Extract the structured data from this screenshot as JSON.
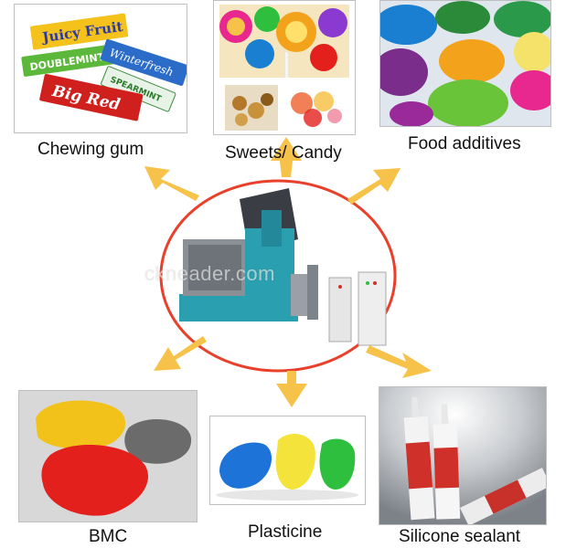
{
  "captions": {
    "chewing_gum": "Chewing gum",
    "sweets_candy": "Sweets/ Candy",
    "food_additives": "Food additives",
    "bmc": "BMC",
    "plasticine": "Plasticine",
    "silicone_sealant": "Silicone sealant"
  },
  "gum_brands": {
    "juicy_fruit": "Juicy Fruit",
    "doublemint": "DOUBLEMINT",
    "winterfresh": "Winterfresh",
    "spearmint": "SPEARMINT",
    "big_red": "Big Red"
  },
  "watermark": "ckneader.com",
  "colors": {
    "ellipse": "#e8402a",
    "arrow": "#f6c24a",
    "machine": "#2a9fb0",
    "bmc_yellow": "#f2c21b",
    "bmc_red": "#e3201b",
    "bmc_grey": "#6b6b6b",
    "plasticine_blue": "#1e73d8",
    "plasticine_yellow": "#f3e33a",
    "plasticine_green": "#2fbf3f",
    "powder_green": "#6ac43a",
    "powder_orange": "#f2a21b",
    "powder_pink": "#e8288f",
    "powder_blue": "#1a7fd0",
    "powder_purple": "#7a2d8a"
  }
}
